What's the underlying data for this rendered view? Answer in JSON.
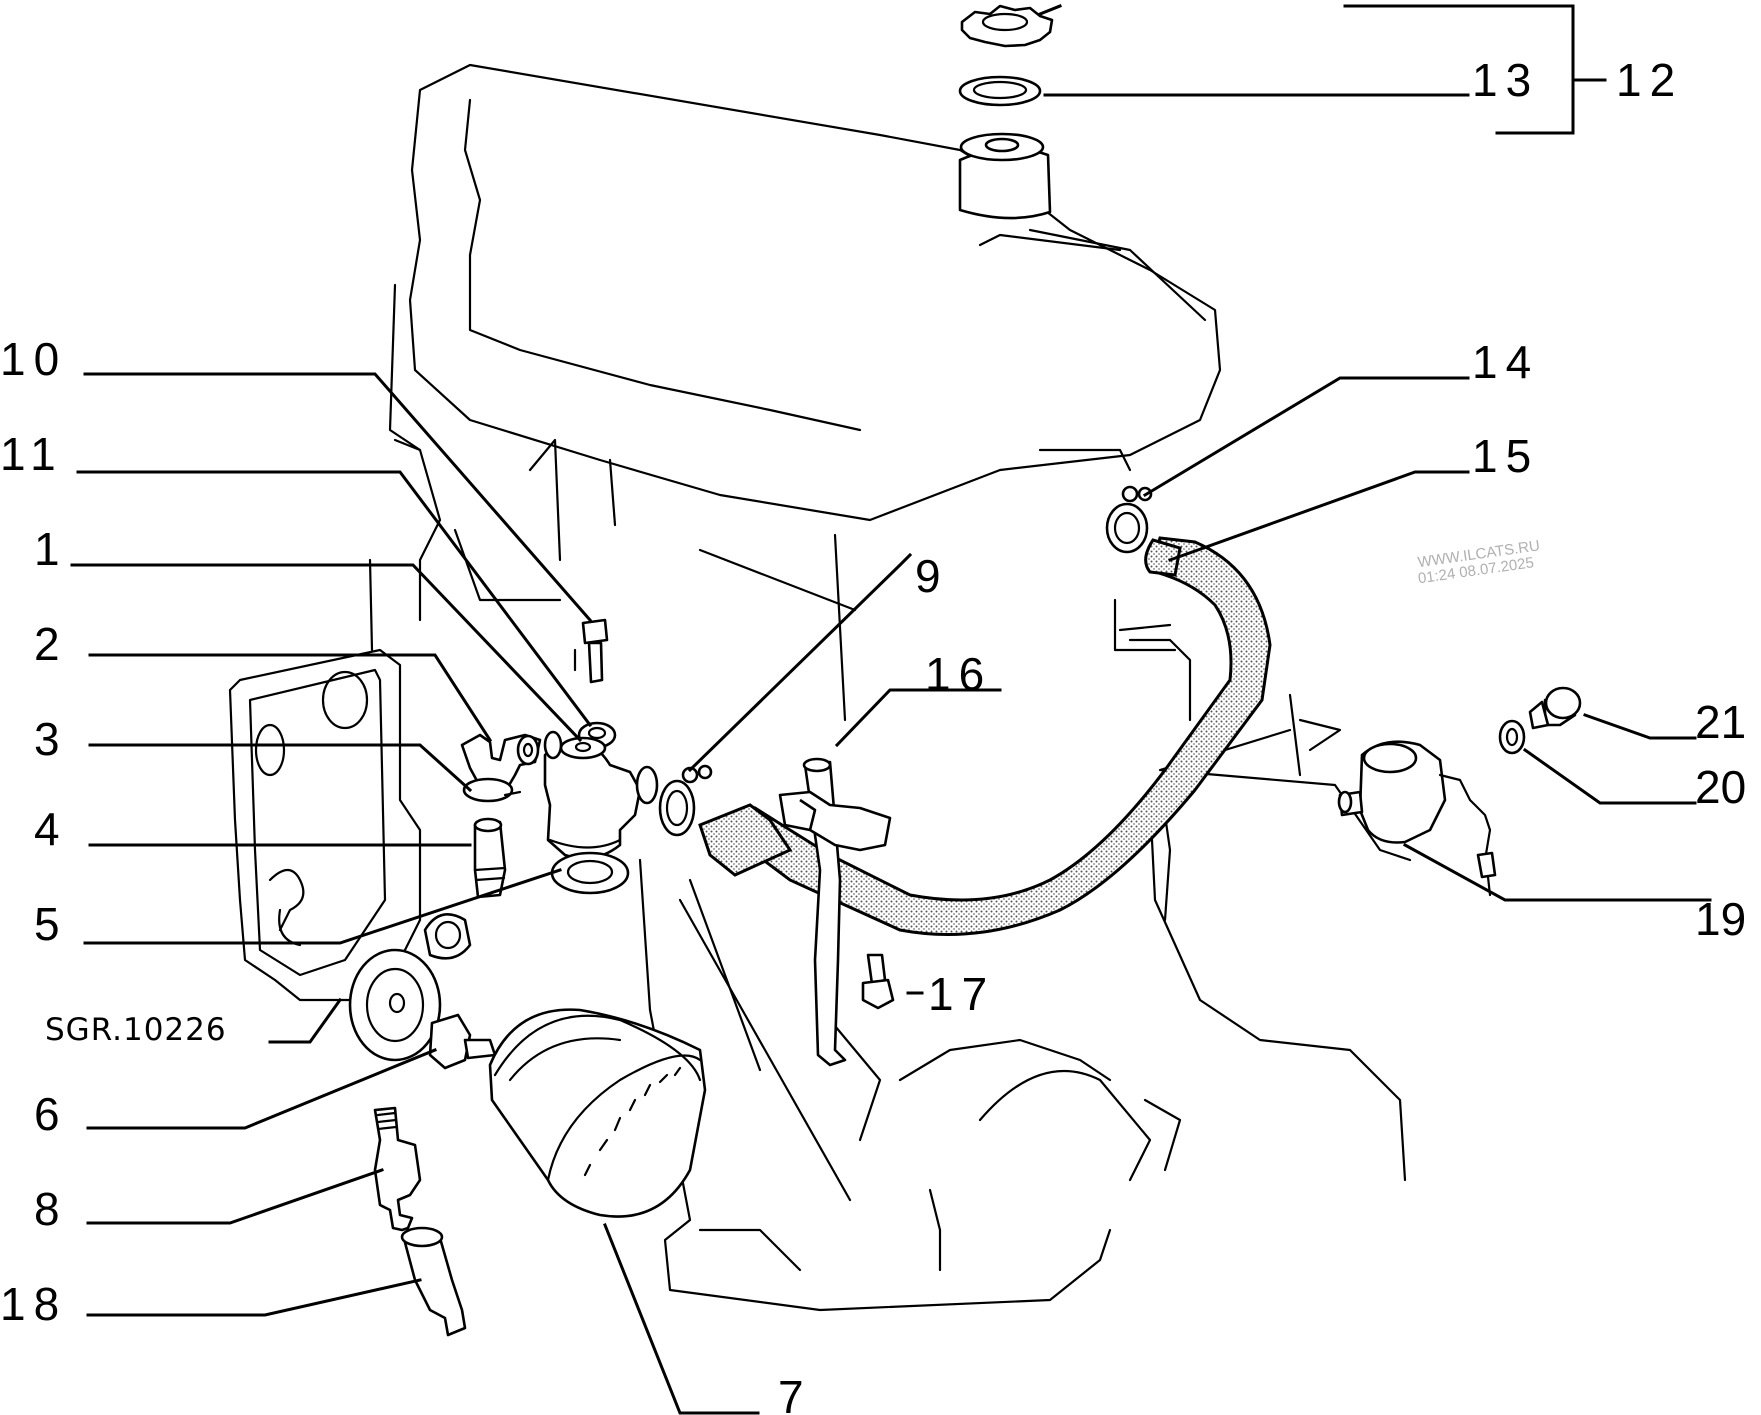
{
  "diagram": {
    "type": "exploded-parts-diagram",
    "reference_code": "SGR.10226",
    "watermark": {
      "line1": "WWW.ILCATS.RU",
      "line2": "01:24 08.07.2025"
    },
    "callouts": [
      {
        "id": "1",
        "label": "1"
      },
      {
        "id": "2",
        "label": "2"
      },
      {
        "id": "3",
        "label": "3"
      },
      {
        "id": "4",
        "label": "4"
      },
      {
        "id": "5",
        "label": "5"
      },
      {
        "id": "6",
        "label": "6"
      },
      {
        "id": "7",
        "label": "7"
      },
      {
        "id": "8",
        "label": "8"
      },
      {
        "id": "9",
        "label": "9"
      },
      {
        "id": "10",
        "label": "10"
      },
      {
        "id": "11",
        "label": "11"
      },
      {
        "id": "12",
        "label": "12"
      },
      {
        "id": "13",
        "label": "13"
      },
      {
        "id": "14",
        "label": "14"
      },
      {
        "id": "15",
        "label": "15"
      },
      {
        "id": "16",
        "label": "16"
      },
      {
        "id": "17",
        "label": "17"
      },
      {
        "id": "18",
        "label": "18"
      },
      {
        "id": "19",
        "label": "19"
      },
      {
        "id": "20",
        "label": "20"
      },
      {
        "id": "21",
        "label": "21"
      }
    ]
  }
}
